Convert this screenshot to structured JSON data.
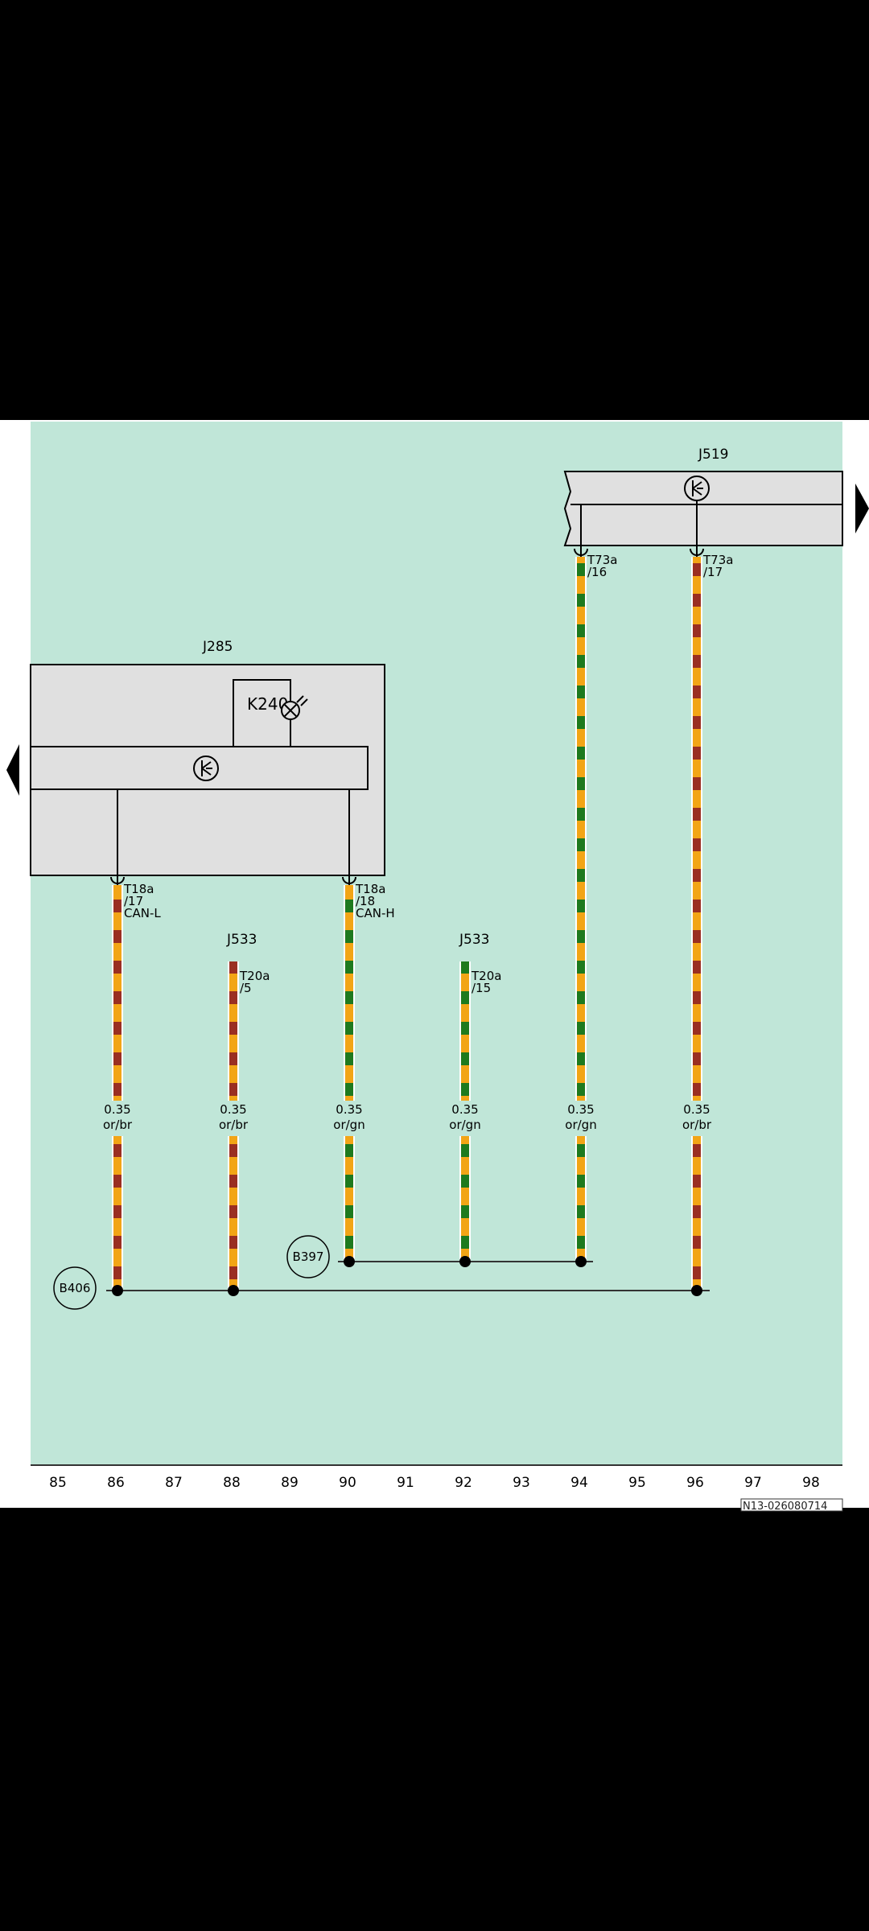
{
  "diagram": {
    "components": {
      "j519": "J519",
      "j285": "J285",
      "k240": "K240",
      "j533_a": "J533",
      "j533_b": "J533"
    },
    "connectors": [
      {
        "id": "c86",
        "lines": [
          "T18a",
          "/17",
          "CAN-L"
        ]
      },
      {
        "id": "c88",
        "lines": [
          "T20a",
          "/5"
        ]
      },
      {
        "id": "c90",
        "lines": [
          "T18a",
          "/18",
          "CAN-H"
        ]
      },
      {
        "id": "c92",
        "lines": [
          "T20a",
          "/15"
        ]
      },
      {
        "id": "c94",
        "lines": [
          "T73a",
          "/16"
        ]
      },
      {
        "id": "c96",
        "lines": [
          "T73a",
          "/17"
        ]
      }
    ],
    "wires": [
      {
        "column": 86,
        "size": "0.35",
        "color_code": "or/br",
        "stripe_a": "#F2A516",
        "stripe_b": "#9A2F22"
      },
      {
        "column": 88,
        "size": "0.35",
        "color_code": "or/br",
        "stripe_a": "#F2A516",
        "stripe_b": "#9A2F22"
      },
      {
        "column": 90,
        "size": "0.35",
        "color_code": "or/gn",
        "stripe_a": "#F2A516",
        "stripe_b": "#1E7A1E"
      },
      {
        "column": 92,
        "size": "0.35",
        "color_code": "or/gn",
        "stripe_a": "#F2A516",
        "stripe_b": "#1E7A1E"
      },
      {
        "column": 94,
        "size": "0.35",
        "color_code": "or/gn",
        "stripe_a": "#F2A516",
        "stripe_b": "#1E7A1E"
      },
      {
        "column": 96,
        "size": "0.35",
        "color_code": "or/br",
        "stripe_a": "#F2A516",
        "stripe_b": "#9A2F22"
      }
    ],
    "junctions": {
      "b397": "B397",
      "b406": "B406"
    },
    "column_numbers": [
      "85",
      "86",
      "87",
      "88",
      "89",
      "90",
      "91",
      "92",
      "93",
      "94",
      "95",
      "96",
      "97",
      "98"
    ],
    "document_id": "N13-026080714",
    "colors": {
      "background": "#C0E6D8",
      "component_fill": "#E0E0E0",
      "outer": "#000000"
    }
  }
}
